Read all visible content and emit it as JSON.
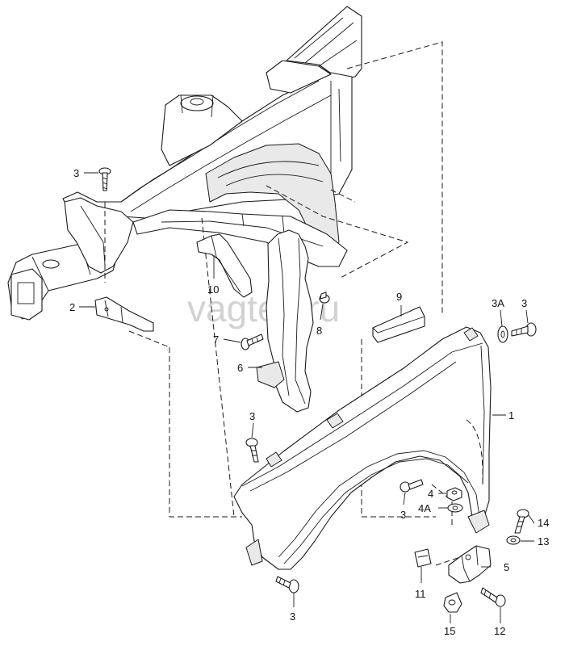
{
  "watermark": "vagtec.ru",
  "callouts": {
    "c1": "1",
    "c2": "2",
    "c3_top": "3",
    "c3_right": "3",
    "c3a": "3A",
    "c3_mid": "3",
    "c3_wheel": "3",
    "c3_bottom": "3",
    "c4": "4",
    "c4a": "4A",
    "c5": "5",
    "c6": "6",
    "c7": "7",
    "c8": "8",
    "c9": "9",
    "c10": "10",
    "c11": "11",
    "c12": "12",
    "c13": "13",
    "c14": "14",
    "c15": "15"
  }
}
